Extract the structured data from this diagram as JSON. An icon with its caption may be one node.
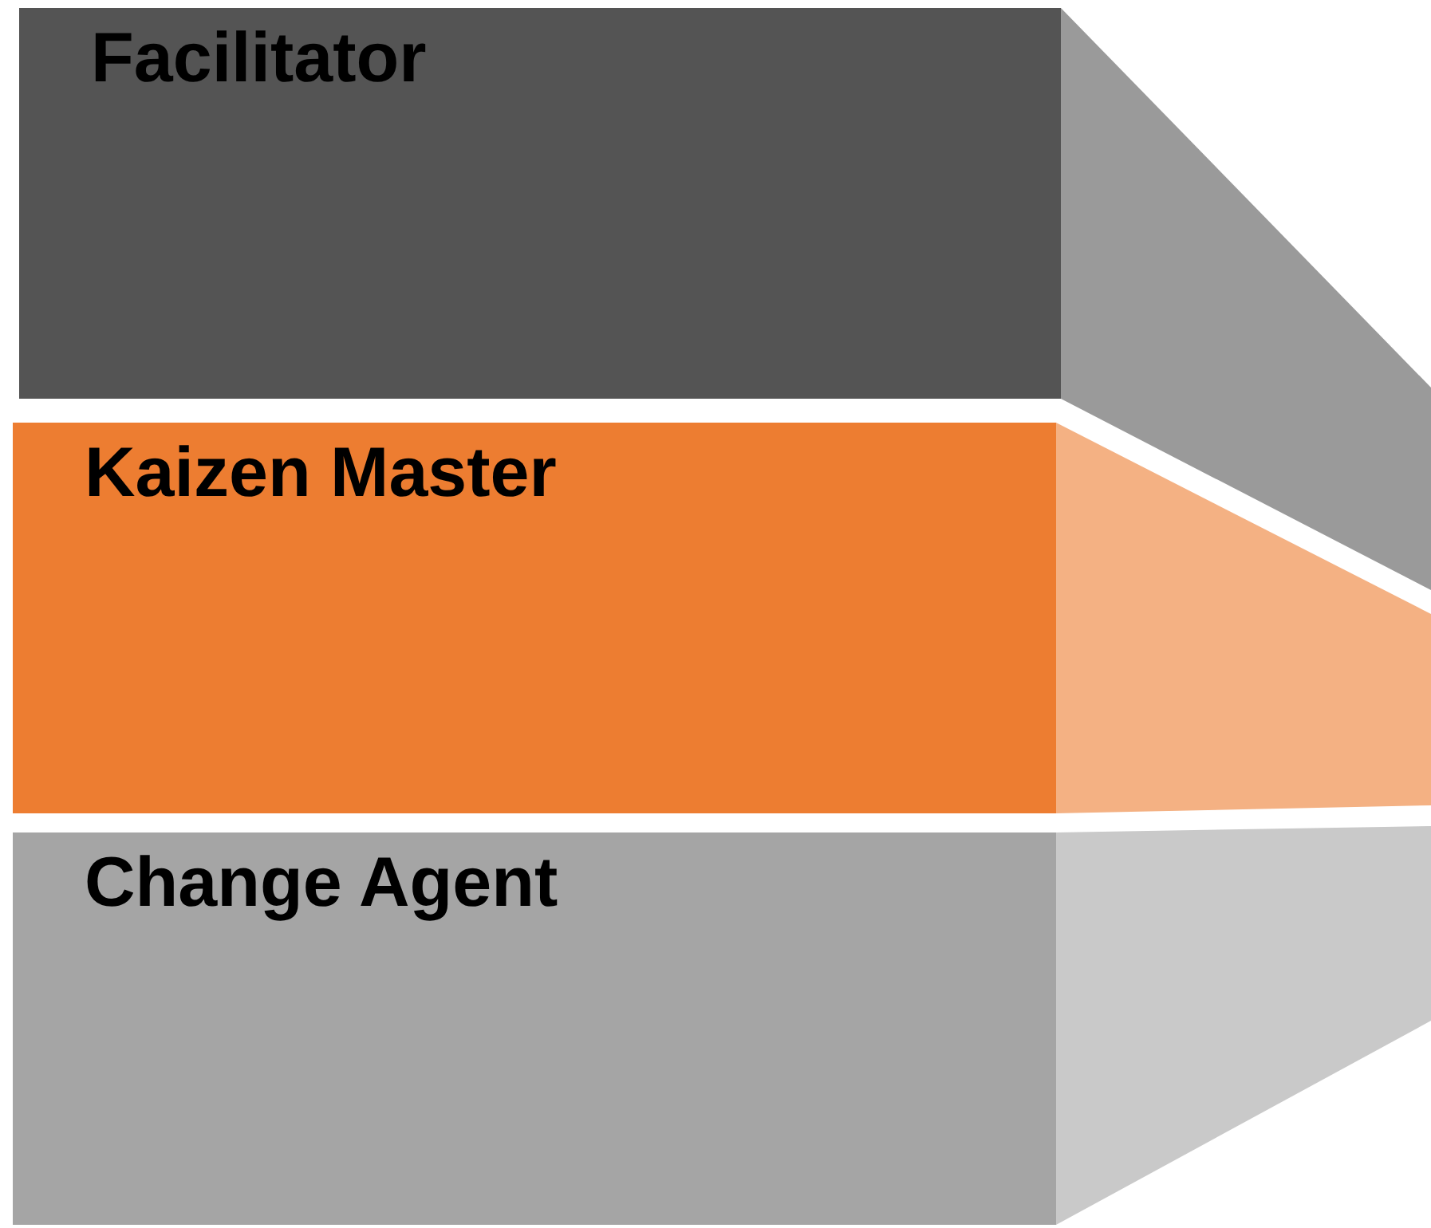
{
  "diagram": {
    "nodes": [
      {
        "text": [
          "Facilitator"
        ]
      },
      {
        "text": [
          "Kaizen Master"
        ]
      },
      {
        "text": [
          "Change Agent"
        ]
      }
    ]
  }
}
